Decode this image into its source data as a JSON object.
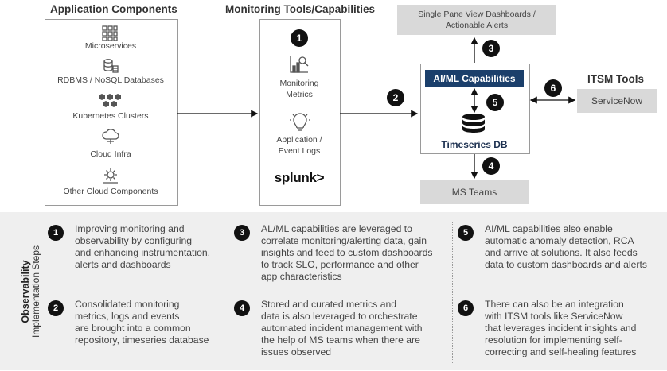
{
  "headers": {
    "app_components": "Application Components",
    "monitoring_tools": "Monitoring Tools/Capabilities",
    "itsm_tools": "ITSM Tools"
  },
  "app_components": [
    {
      "label": "Microservices",
      "icon": "microservices-icon"
    },
    {
      "label": "RDBMS / NoSQL Databases",
      "icon": "database-icon"
    },
    {
      "label": "Kubernetes Clusters",
      "icon": "kubernetes-icon"
    },
    {
      "label": "Cloud Infra",
      "icon": "cloud-icon"
    },
    {
      "label": "Other Cloud Components",
      "icon": "cloud-gear-icon"
    }
  ],
  "monitoring": {
    "metrics_line1": "Monitoring",
    "metrics_line2": "Metrics",
    "logs_line1": "Application /",
    "logs_line2": "Event Logs",
    "splunk": "splunk>"
  },
  "dashboards": {
    "line1": "Single Pane View Dashboards /",
    "line2": "Actionable Alerts"
  },
  "aiml": "AI/ML Capabilities",
  "timeseries": "Timeseries DB",
  "ms_teams": "MS Teams",
  "servicenow": "ServiceNow",
  "step_numbers": {
    "s1": "1",
    "s2": "2",
    "s3": "3",
    "s4": "4",
    "s5": "5",
    "s6": "6"
  },
  "side_label": {
    "bold": "Observability",
    "normal": "Implementation Steps"
  },
  "steps": [
    {
      "num": "1",
      "lines": [
        "Improving monitoring and",
        "observability by configuring",
        "and enhancing instrumentation,",
        "alerts and dashboards"
      ]
    },
    {
      "num": "2",
      "lines": [
        "Consolidated monitoring",
        "metrics, logs and events",
        "are brought into a common",
        "repository, timeseries database"
      ]
    },
    {
      "num": "3",
      "lines": [
        "AL/ML capabilities are leveraged to",
        "correlate monitoring/alerting data, gain",
        "insights and feed to custom dashboards",
        "to track SLO, performance and other",
        "app characteristics"
      ]
    },
    {
      "num": "4",
      "lines": [
        "Stored and curated metrics and",
        "data is also leveraged to orchestrate",
        "automated incident management with",
        "the help of MS teams when there are",
        "issues observed"
      ]
    },
    {
      "num": "5",
      "lines": [
        "AI/ML capabilities also enable",
        "automatic anomaly detection, RCA",
        "and arrive at solutions. It also feeds",
        "data  to custom dashboards and alerts"
      ]
    },
    {
      "num": "6",
      "lines": [
        "There can also be an integration",
        "with ITSM tools like ServiceNow",
        "that leverages incident insights and",
        "resolution for implementing self-",
        "correcting and self-healing features"
      ]
    }
  ],
  "colors": {
    "aiml_bg": "#1b3f6b",
    "gray_box": "#d9d9d9",
    "bottom_bg": "#efefef",
    "circle": "#111111"
  }
}
